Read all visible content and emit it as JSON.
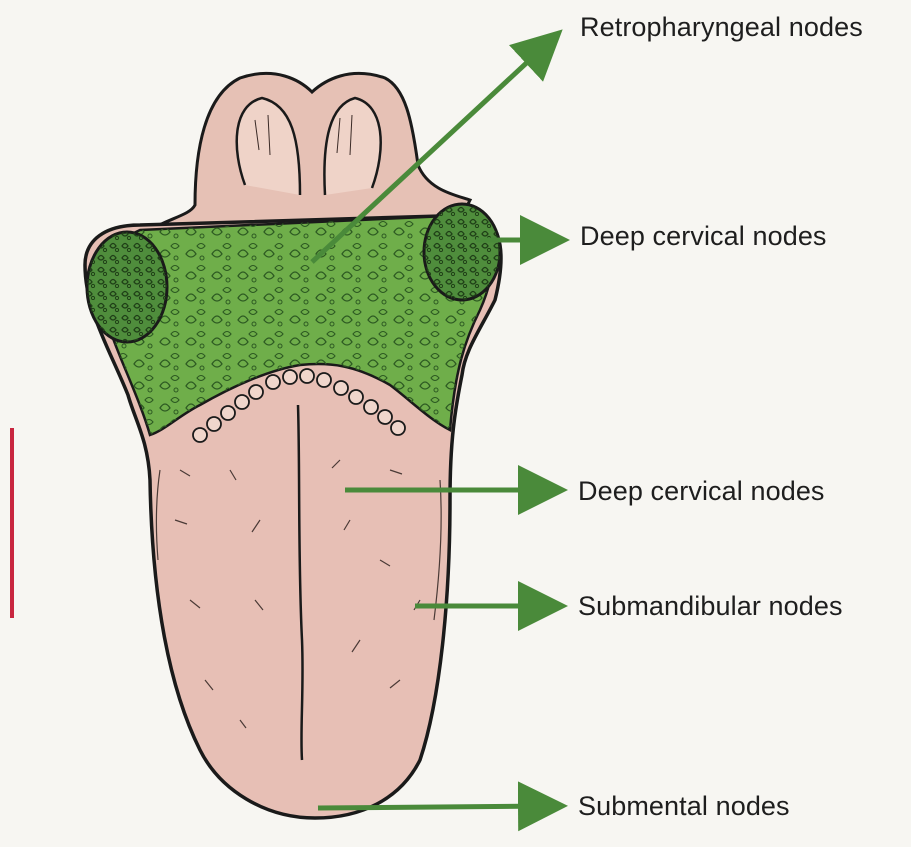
{
  "labels": {
    "retropharyngeal": "Retropharyngeal nodes",
    "deep_cervical_upper": "Deep cervical nodes",
    "deep_cervical_lower": "Deep cervical nodes",
    "submandibular": "Submandibular nodes",
    "submental": "Submental nodes"
  },
  "colors": {
    "arrow": "#4a8a3a",
    "posterior_tongue": "#6fae4a",
    "tonsil": "#4f8d3c",
    "tongue": "#e7bfb5",
    "epiglottis": "#e6c1b5",
    "outline": "#1a1a1a",
    "background": "#f7f6f2",
    "margin_bar": "#c8263f"
  }
}
